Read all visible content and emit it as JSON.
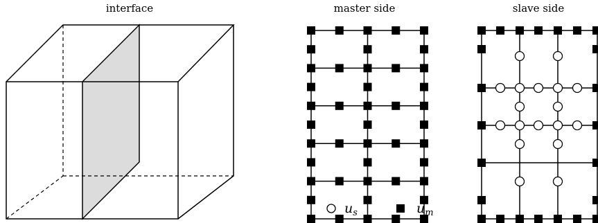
{
  "panels": {
    "interface": {
      "title": "interface",
      "surface_color": "#dcdcdc"
    },
    "master": {
      "title": "master side"
    },
    "slave": {
      "title": "slave side"
    }
  },
  "legend": {
    "slave_symbol": "u",
    "slave_subscript": "s",
    "master_symbol": "u",
    "master_subscript": "m"
  }
}
